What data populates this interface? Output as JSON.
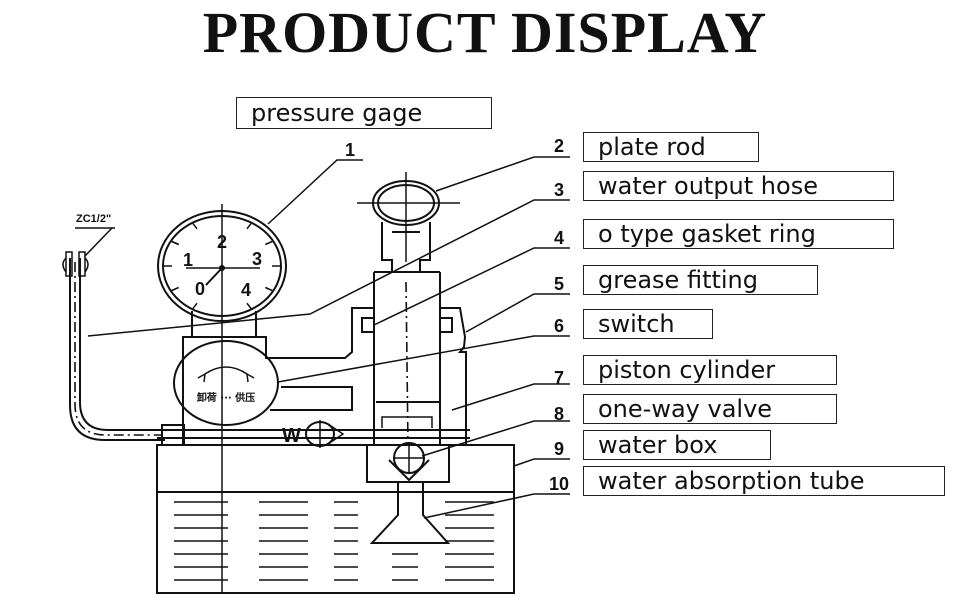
{
  "title": "PRODUCT DISPLAY",
  "top_label": "pressure gage",
  "callouts": [
    {
      "number": "1",
      "label": "pressure gage"
    },
    {
      "number": "2",
      "label": "plate rod"
    },
    {
      "number": "3",
      "label": "water output hose"
    },
    {
      "number": "4",
      "label": "o type gasket ring"
    },
    {
      "number": "5",
      "label": "grease fitting"
    },
    {
      "number": "6",
      "label": "switch"
    },
    {
      "number": "7",
      "label": "piston cylinder"
    },
    {
      "number": "8",
      "label": "one-way valve"
    },
    {
      "number": "9",
      "label": "water box"
    },
    {
      "number": "10",
      "label": "water absorption tube"
    }
  ],
  "diagram": {
    "hose_fitting_label": "ZC1/2\"",
    "gauge_numbers": [
      "0",
      "1",
      "2",
      "3",
      "4"
    ],
    "switch_text": "卸荷 ··· 供压",
    "valve_marker": "W"
  }
}
